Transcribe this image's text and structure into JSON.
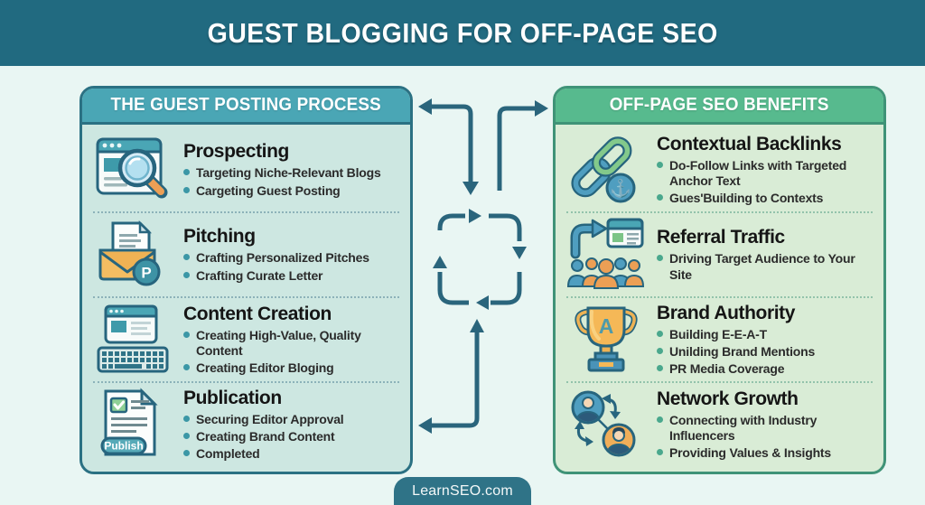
{
  "page": {
    "title": "GUEST BLOGGING FOR OFF-PAGE SEO",
    "footer_badge": "LearnSEO.com"
  },
  "left_panel": {
    "header": "THE GUEST POSTING PROCESS",
    "items": [
      {
        "icon": "browser-search-icon",
        "title": "Prospecting",
        "bullets": [
          "Targeting Niche-Relevant Blogs",
          "Cargeting Guest Posting"
        ]
      },
      {
        "icon": "envelope-letter-icon",
        "title": "Pitching",
        "bullets": [
          "Crafting Personalized Pitches",
          "Crafting Curate Letter"
        ]
      },
      {
        "icon": "browser-keyboard-icon",
        "title": "Content Creation",
        "bullets": [
          "Creating High-Value, Quality Content",
          "Creating Editor Bloging"
        ]
      },
      {
        "icon": "document-publish-icon",
        "title": "Publication",
        "bullets": [
          "Securing Editor Approval",
          "Creating Brand Content",
          "Completed"
        ]
      }
    ]
  },
  "right_panel": {
    "header": "OFF-PAGE SEO BENEFITS",
    "items": [
      {
        "icon": "chain-links-anchor-icon",
        "title": "Contextual Backlinks",
        "bullets": [
          "Do-Follow Links with Targeted Anchor Text",
          "Gues'Building to Contexts"
        ]
      },
      {
        "icon": "referral-audience-icon",
        "title": "Referral Traffic",
        "bullets": [
          "Driving Target Audience to Your Site"
        ]
      },
      {
        "icon": "trophy-icon",
        "title": "Brand Authority",
        "bullets": [
          "Building E-E-A-T",
          "Unilding Brand Mentions",
          "PR Media Coverage"
        ]
      },
      {
        "icon": "network-avatars-icon",
        "title": "Network Growth",
        "bullets": [
          "Connecting with Industry Influencers",
          "Providing Values & Insights"
        ]
      }
    ]
  },
  "icons": {
    "publish_label": "Publish",
    "pitch_badge_letter": "P",
    "trophy_letter": "A",
    "anchor_glyph": "⚓"
  },
  "colors": {
    "topbar_bg": "#216a80",
    "page_bg": "#e9f6f3",
    "left_header_bg": "#4aa6b5",
    "left_body_bg": "#cde7e1",
    "left_border": "#2b7183",
    "right_header_bg": "#57ba8e",
    "right_body_bg": "#d9ecd6",
    "right_border": "#3f9377",
    "arrow": "#2a657c",
    "badge_bg": "#2f7387",
    "left_bullet_dot": "#3b97a6",
    "right_bullet_dot": "#4aa88d"
  }
}
